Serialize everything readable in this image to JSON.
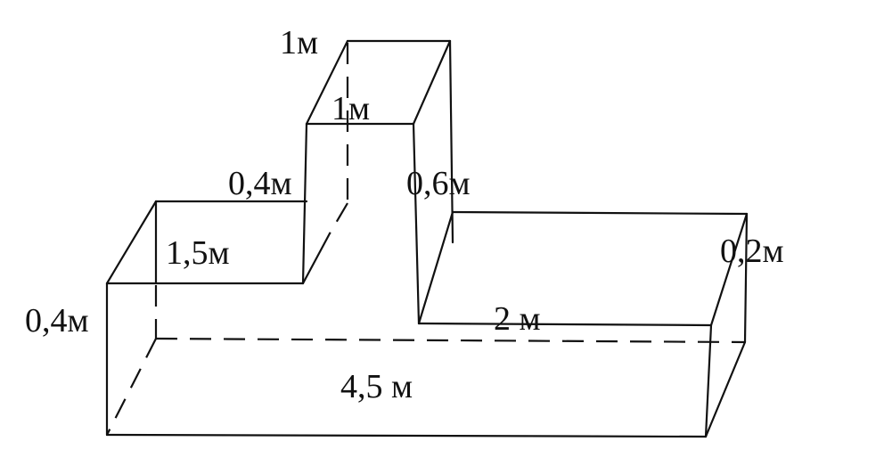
{
  "labels": {
    "top_depth": "1м",
    "top_width": "1м",
    "top_left_height": "0,4м",
    "top_right_height": "0,6м",
    "left_depth": "1,5м",
    "left_height": "0,4м",
    "right_height": "0,2м",
    "right_width": "2 м",
    "bottom_length": "4,5 м"
  },
  "colors": {
    "line": "#111111",
    "background": "#ffffff"
  }
}
